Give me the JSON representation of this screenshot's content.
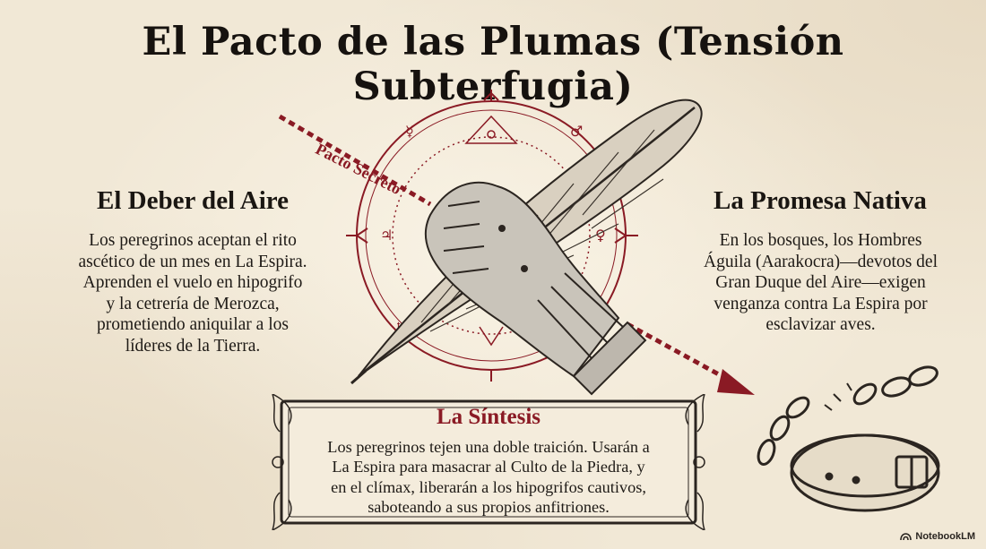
{
  "title": "El Pacto de las Plumas (Tensión Subterfugia)",
  "left": {
    "heading": "El Deber del Aire",
    "lines": [
      "Los peregrinos aceptan el rito",
      "ascético de un mes en La Espira.",
      "Aprenden el vuelo en hipogrifo",
      "y la cetrería de Merozca,",
      "prometiendo aniquilar a los",
      "líderes de la Tierra."
    ]
  },
  "right": {
    "heading": "La Promesa Nativa",
    "lines": [
      "En los bosques, los Hombres",
      "Águila (Aarakocra)—devotos del",
      "Gran Duque del Aire—exigen",
      "venganza contra La Espira por",
      "esclavizar aves."
    ]
  },
  "center": {
    "arrow_label": "Pacto Secreto",
    "feather_icon": "quill-feather-icon",
    "gauntlet_icon": "armored-gauntlet-icon",
    "seal_icon": "alchemical-circle-icon",
    "chain_icon": "broken-chain-icon",
    "collar_icon": "broken-collar-icon"
  },
  "synthesis": {
    "heading": "La Síntesis",
    "lines": [
      "Los peregrinos tejen una doble traición. Usarán a",
      "La Espira para masacrar al Culto de la Piedra, y",
      "en el clímax, liberarán a los hipogrifos cautivos,",
      "saboteando a sus propios anfitriones."
    ]
  },
  "branding": {
    "label": "NotebookLM",
    "icon": "notebooklm-logo-icon"
  },
  "colors": {
    "parchment": "#f1e8d6",
    "ink": "#1e1a16",
    "accent_red": "#8a1a24"
  }
}
